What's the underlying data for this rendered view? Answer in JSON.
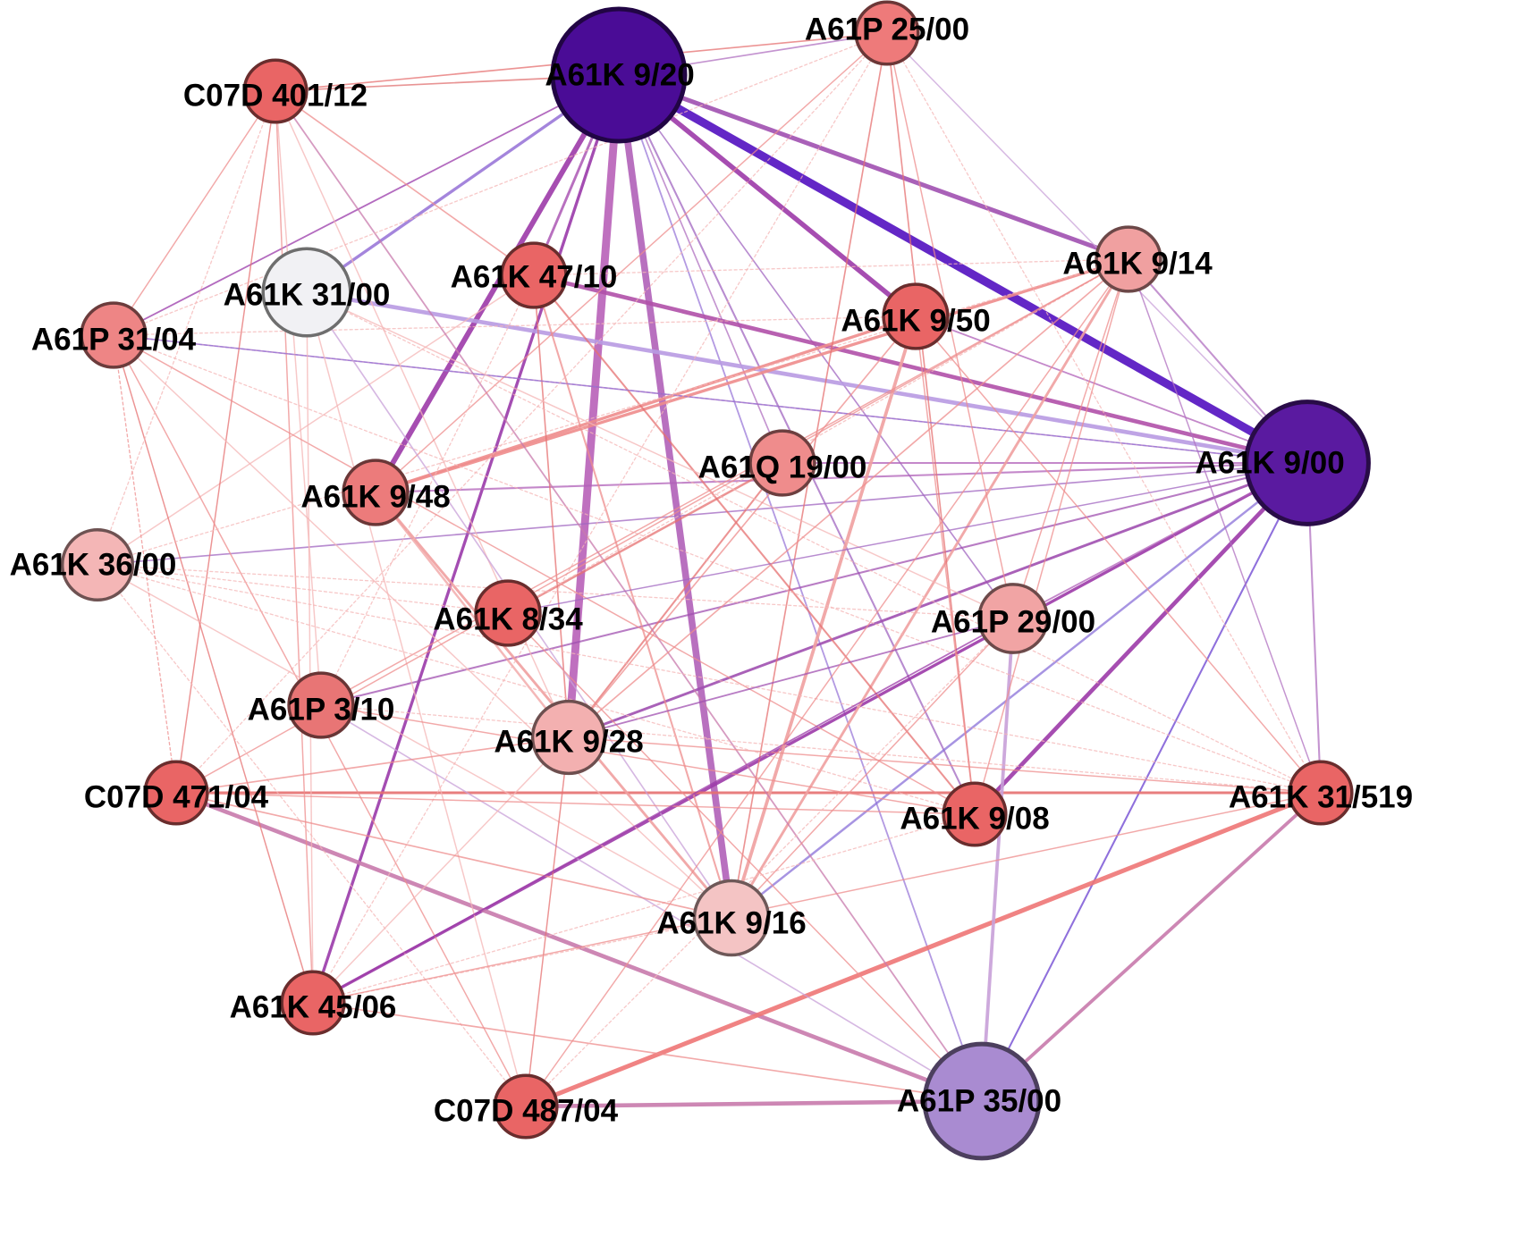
{
  "diagram": {
    "type": "co-occurrence-network",
    "nodes": [
      {
        "id": "A61K 9/20",
        "label": "A61K 9/20",
        "color": "#4a0c96",
        "weight": 1.0
      },
      {
        "id": "A61K 9/00",
        "label": "A61K 9/00",
        "color": "#5a1aa0",
        "weight": 0.9
      },
      {
        "id": "A61P 35/00",
        "label": "A61P 35/00",
        "color": "#a98bd1",
        "weight": 0.82
      },
      {
        "id": "A61K 31/00",
        "label": "A61K 31/00",
        "color": "#f1f1f4",
        "weight": 0.55
      },
      {
        "id": "A61P 25/00",
        "label": "A61P 25/00",
        "color": "#ee7a7a",
        "weight": 0.3
      },
      {
        "id": "C07D 401/12",
        "label": "C07D 401/12",
        "color": "#e96565",
        "weight": 0.3
      },
      {
        "id": "A61K 47/10",
        "label": "A61K 47/10",
        "color": "#e96565",
        "weight": 0.32
      },
      {
        "id": "A61K 9/14",
        "label": "A61K 9/14",
        "color": "#f0a0a0",
        "weight": 0.32
      },
      {
        "id": "A61K 9/50",
        "label": "A61K 9/50",
        "color": "#e96565",
        "weight": 0.32
      },
      {
        "id": "A61P 31/04",
        "label": "A61P 31/04",
        "color": "#ee8585",
        "weight": 0.32
      },
      {
        "id": "A61Q 19/00",
        "label": "A61Q 19/00",
        "color": "#ef8c8c",
        "weight": 0.32
      },
      {
        "id": "A61K 9/48",
        "label": "A61K 9/48",
        "color": "#ec7b7b",
        "weight": 0.32
      },
      {
        "id": "A61K 36/00",
        "label": "A61K 36/00",
        "color": "#f4b6b6",
        "weight": 0.38
      },
      {
        "id": "A61K 8/34",
        "label": "A61K 8/34",
        "color": "#e96565",
        "weight": 0.32
      },
      {
        "id": "A61P 29/00",
        "label": "A61P 29/00",
        "color": "#f1a4a4",
        "weight": 0.36
      },
      {
        "id": "A61P 3/10",
        "label": "A61P 3/10",
        "color": "#e87575",
        "weight": 0.32
      },
      {
        "id": "A61K 9/28",
        "label": "A61K 9/28",
        "color": "#f3b0b0",
        "weight": 0.4
      },
      {
        "id": "C07D 471/04",
        "label": "C07D 471/04",
        "color": "#e96565",
        "weight": 0.3
      },
      {
        "id": "A61K 9/08",
        "label": "A61K 9/08",
        "color": "#e96565",
        "weight": 0.3
      },
      {
        "id": "A61K 31/519",
        "label": "A61K 31/519",
        "color": "#e96565",
        "weight": 0.3
      },
      {
        "id": "A61K 9/16",
        "label": "A61K 9/16",
        "color": "#f4c4c4",
        "weight": 0.42
      },
      {
        "id": "A61K 45/06",
        "label": "A61K 45/06",
        "color": "#e96565",
        "weight": 0.3
      },
      {
        "id": "C07D 487/04",
        "label": "C07D 487/04",
        "color": "#e96565",
        "weight": 0.3
      }
    ],
    "edges": [
      {
        "source": "A61K 9/20",
        "target": "A61K 9/00",
        "strength": 1.0,
        "color": "#5210c0"
      },
      {
        "source": "A61K 9/20",
        "target": "A61K 9/28",
        "strength": 0.95,
        "color": "#b860b8"
      },
      {
        "source": "A61K 9/20",
        "target": "A61K 9/16",
        "strength": 0.8,
        "color": "#b060b8"
      },
      {
        "source": "A61K 9/20",
        "target": "A61K 9/48",
        "strength": 0.6,
        "color": "#9c3aa8"
      },
      {
        "source": "A61K 9/20",
        "target": "A61K 9/50",
        "strength": 0.55,
        "color": "#9c3aa8"
      },
      {
        "source": "A61K 9/20",
        "target": "A61K 9/14",
        "strength": 0.5,
        "color": "#a050b0"
      },
      {
        "source": "A61K 9/20",
        "target": "A61K 45/06",
        "strength": 0.3,
        "color": "#9a3aaa"
      },
      {
        "source": "A61K 9/20",
        "target": "A61K 31/00",
        "strength": 0.3,
        "color": "#9a78d8"
      },
      {
        "source": "A61K 9/20",
        "target": "A61K 47/10",
        "strength": 0.25,
        "color": "#b060b8"
      },
      {
        "source": "A61K 9/20",
        "target": "A61K 9/08",
        "strength": 0.15,
        "color": "#a066c0"
      },
      {
        "source": "A61K 9/20",
        "target": "A61P 35/00",
        "strength": 0.12,
        "color": "#9a78d8"
      },
      {
        "source": "A61K 9/20",
        "target": "C07D 401/12",
        "strength": 0.1,
        "color": "#e07070"
      },
      {
        "source": "A61K 9/20",
        "target": "A61P 25/00",
        "strength": 0.1,
        "color": "#b070c0"
      },
      {
        "source": "A61K 9/20",
        "target": "A61P 31/04",
        "strength": 0.12,
        "color": "#9a3aaa"
      },
      {
        "source": "A61K 9/20",
        "target": "A61P 29/00",
        "strength": 0.1,
        "color": "#a066c0"
      },
      {
        "source": "A61K 9/20",
        "target": "A61Q 19/00",
        "strength": 0.1,
        "color": "#b070c0"
      },
      {
        "source": "A61K 9/00",
        "target": "A61K 31/00",
        "strength": 0.45,
        "color": "#b89ae2"
      },
      {
        "source": "A61K 9/00",
        "target": "A61K 47/10",
        "strength": 0.45,
        "color": "#b050a8"
      },
      {
        "source": "A61K 9/00",
        "target": "A61K 9/08",
        "strength": 0.45,
        "color": "#9c3aa8"
      },
      {
        "source": "A61K 9/00",
        "target": "A61K 45/06",
        "strength": 0.3,
        "color": "#9c3aa8"
      },
      {
        "source": "A61K 9/00",
        "target": "A61K 9/28",
        "strength": 0.25,
        "color": "#a050b0"
      },
      {
        "source": "A61K 9/00",
        "target": "A61K 9/16",
        "strength": 0.2,
        "color": "#8a70d8"
      },
      {
        "source": "A61K 9/00",
        "target": "A61K 9/14",
        "strength": 0.15,
        "color": "#b070c0"
      },
      {
        "source": "A61K 9/00",
        "target": "A61K 9/48",
        "strength": 0.15,
        "color": "#b060b8"
      },
      {
        "source": "A61K 9/00",
        "target": "A61Q 19/00",
        "strength": 0.15,
        "color": "#b060b8"
      },
      {
        "source": "A61K 9/00",
        "target": "A61K 31/519",
        "strength": 0.15,
        "color": "#b070c0"
      },
      {
        "source": "A61K 9/00",
        "target": "A61P 35/00",
        "strength": 0.15,
        "color": "#6a40d0"
      },
      {
        "source": "A61K 9/00",
        "target": "A61K 36/00",
        "strength": 0.1,
        "color": "#a066c0"
      },
      {
        "source": "A61K 9/00",
        "target": "A61P 3/10",
        "strength": 0.15,
        "color": "#a050b0"
      },
      {
        "source": "A61K 9/00",
        "target": "A61P 31/04",
        "strength": 0.1,
        "color": "#a066c0"
      },
      {
        "source": "A61K 9/00",
        "target": "A61P 29/00",
        "strength": 0.12,
        "color": "#b060b8"
      },
      {
        "source": "A61K 9/00",
        "target": "A61K 9/50",
        "strength": 0.12,
        "color": "#b060b8"
      },
      {
        "source": "C07D 471/04",
        "target": "A61P 35/00",
        "strength": 0.45,
        "color": "#c87aac"
      },
      {
        "source": "C07D 471/04",
        "target": "A61K 31/519",
        "strength": 0.25,
        "color": "#e57070"
      },
      {
        "source": "C07D 487/04",
        "target": "A61P 35/00",
        "strength": 0.45,
        "color": "#c87aac"
      },
      {
        "source": "C07D 487/04",
        "target": "A61K 31/519",
        "strength": 0.5,
        "color": "#ee7575"
      },
      {
        "source": "A61K 31/519",
        "target": "A61P 35/00",
        "strength": 0.35,
        "color": "#c87aac"
      },
      {
        "source": "A61P 29/00",
        "target": "A61P 35/00",
        "strength": 0.35,
        "color": "#c8a0d8"
      },
      {
        "source": "A61K 9/50",
        "target": "A61K 9/16",
        "strength": 0.35,
        "color": "#f0a0a0"
      },
      {
        "source": "A61K 9/50",
        "target": "A61K 9/48",
        "strength": 0.3,
        "color": "#ee8c8c"
      },
      {
        "source": "A61K 9/14",
        "target": "A61K 9/48",
        "strength": 0.3,
        "color": "#ee8c8c"
      },
      {
        "source": "A61K 9/14",
        "target": "A61K 9/16",
        "strength": 0.25,
        "color": "#f0a0a0"
      },
      {
        "source": "A61K 9/48",
        "target": "A61K 9/16",
        "strength": 0.25,
        "color": "#f0a0a0"
      },
      {
        "source": "A61K 9/48",
        "target": "A61K 9/28",
        "strength": 0.2,
        "color": "#f0a0a0"
      },
      {
        "source": "A61Q 19/00",
        "target": "A61K 8/34",
        "strength": 0.2,
        "color": "#e57070"
      },
      {
        "source": "A61Q 19/00",
        "target": "A61K 9/28",
        "strength": 0.15,
        "color": "#e57070"
      },
      {
        "source": "A61K 47/10",
        "target": "A61K 9/08",
        "strength": 0.15,
        "color": "#e57070"
      },
      {
        "source": "A61K 47/10",
        "target": "A61K 9/16",
        "strength": 0.15,
        "color": "#ee8c8c"
      },
      {
        "source": "A61K 47/10",
        "target": "C07D 401/12",
        "strength": 0.1,
        "color": "#ee8c8c"
      },
      {
        "source": "A61K 47/10",
        "target": "A61K 36/00",
        "strength": 0.08,
        "color": "#f4b6b6"
      },
      {
        "source": "A61K 47/10",
        "target": "A61K 9/28",
        "strength": 0.1,
        "color": "#e57070"
      },
      {
        "source": "C07D 401/12",
        "target": "A61P 25/00",
        "strength": 0.1,
        "color": "#e57070"
      },
      {
        "source": "C07D 401/12",
        "target": "A61P 31/04",
        "strength": 0.08,
        "color": "#ee8c8c"
      },
      {
        "source": "C07D 401/12",
        "target": "C07D 471/04",
        "strength": 0.08,
        "color": "#e57070"
      },
      {
        "source": "C07D 401/12",
        "target": "A61P 35/00",
        "strength": 0.12,
        "color": "#c87aac"
      },
      {
        "source": "C07D 401/12",
        "target": "A61K 45/06",
        "strength": 0.08,
        "color": "#ee8c8c"
      },
      {
        "source": "C07D 401/12",
        "target": "A61K 9/28",
        "strength": 0.08,
        "color": "#f4b6b6"
      },
      {
        "source": "C07D 401/12",
        "target": "A61P 3/10",
        "strength": 0.08,
        "color": "#f4b6b6"
      },
      {
        "source": "A61P 25/00",
        "target": "A61K 9/08",
        "strength": 0.1,
        "color": "#e57070"
      },
      {
        "source": "A61P 25/00",
        "target": "A61K 9/16",
        "strength": 0.1,
        "color": "#e57070"
      },
      {
        "source": "A61P 25/00",
        "target": "A61K 9/48",
        "strength": 0.08,
        "color": "#ee8c8c"
      },
      {
        "source": "A61P 25/00",
        "target": "A61K 9/00",
        "strength": 0.08,
        "color": "#c8a0d8"
      },
      {
        "source": "A61P 25/00",
        "target": "A61P 29/00",
        "strength": 0.08,
        "color": "#ee8c8c"
      },
      {
        "source": "A61P 25/00",
        "target": "A61P 31/04",
        "strength": 0.06,
        "color": "#f4b6b6"
      },
      {
        "source": "A61P 25/00",
        "target": "A61K 31/519",
        "strength": 0.06,
        "color": "#f4b6b6"
      },
      {
        "source": "A61P 25/00",
        "target": "A61K 45/06",
        "strength": 0.06,
        "color": "#f4b6b6"
      },
      {
        "source": "A61P 25/00",
        "target": "C07D 471/04",
        "strength": 0.06,
        "color": "#f4b6b6"
      },
      {
        "source": "A61P 31/04",
        "target": "A61K 9/00",
        "strength": 0.06,
        "color": "#9a78d8"
      },
      {
        "source": "A61P 31/04",
        "target": "A61K 9/08",
        "strength": 0.08,
        "color": "#ee8c8c"
      },
      {
        "source": "A61P 31/04",
        "target": "A61K 45/06",
        "strength": 0.08,
        "color": "#e57070"
      },
      {
        "source": "A61P 31/04",
        "target": "C07D 487/04",
        "strength": 0.08,
        "color": "#ee8c8c"
      },
      {
        "source": "A61P 31/04",
        "target": "A61K 9/16",
        "strength": 0.08,
        "color": "#f4b6b6"
      },
      {
        "source": "A61P 31/04",
        "target": "A61K 31/519",
        "strength": 0.06,
        "color": "#f4b6b6"
      },
      {
        "source": "A61K 31/00",
        "target": "A61K 9/16",
        "strength": 0.1,
        "color": "#c8a0d8"
      },
      {
        "source": "A61K 31/00",
        "target": "A61K 45/06",
        "strength": 0.08,
        "color": "#f4b6b6"
      },
      {
        "source": "A61K 31/00",
        "target": "A61P 29/00",
        "strength": 0.08,
        "color": "#f4b6b6"
      },
      {
        "source": "A61K 31/00",
        "target": "C07D 487/04",
        "strength": 0.08,
        "color": "#f4b6b6"
      },
      {
        "source": "A61K 31/00",
        "target": "A61K 31/519",
        "strength": 0.06,
        "color": "#f4b6b6"
      },
      {
        "source": "A61K 36/00",
        "target": "A61K 9/16",
        "strength": 0.08,
        "color": "#f4b6b6"
      },
      {
        "source": "A61K 36/00",
        "target": "A61K 9/14",
        "strength": 0.06,
        "color": "#f4b6b6"
      },
      {
        "source": "A61K 36/00",
        "target": "A61P 29/00",
        "strength": 0.06,
        "color": "#f4b6b6"
      },
      {
        "source": "A61K 36/00",
        "target": "A61K 31/519",
        "strength": 0.06,
        "color": "#f4b6b6"
      },
      {
        "source": "A61K 36/00",
        "target": "C07D 401/12",
        "strength": 0.06,
        "color": "#f4b6b6"
      },
      {
        "source": "A61K 36/00",
        "target": "C07D 487/04",
        "strength": 0.06,
        "color": "#f4b6b6"
      },
      {
        "source": "A61K 8/34",
        "target": "A61K 9/00",
        "strength": 0.08,
        "color": "#a066c0"
      },
      {
        "source": "A61K 8/34",
        "target": "A61K 9/14",
        "strength": 0.06,
        "color": "#f4b6b6"
      },
      {
        "source": "A61K 8/34",
        "target": "A61P 35/00",
        "strength": 0.08,
        "color": "#ee8c8c"
      },
      {
        "source": "A61K 8/34",
        "target": "A61K 36/00",
        "strength": 0.06,
        "color": "#f4b6b6"
      },
      {
        "source": "A61P 3/10",
        "target": "A61K 9/14",
        "strength": 0.08,
        "color": "#ee8c8c"
      },
      {
        "source": "A61P 3/10",
        "target": "A61P 35/00",
        "strength": 0.1,
        "color": "#c8a0d8"
      },
      {
        "source": "A61P 3/10",
        "target": "A61K 9/08",
        "strength": 0.08,
        "color": "#ee8c8c"
      },
      {
        "source": "A61P 3/10",
        "target": "A61K 31/519",
        "strength": 0.06,
        "color": "#f4b6b6"
      },
      {
        "source": "A61P 3/10",
        "target": "A61K 47/10",
        "strength": 0.06,
        "color": "#f4b6b6"
      },
      {
        "source": "A61K 9/28",
        "target": "A61K 9/14",
        "strength": 0.1,
        "color": "#ee8c8c"
      },
      {
        "source": "A61K 9/28",
        "target": "A61P 29/00",
        "strength": 0.12,
        "color": "#a050b0"
      },
      {
        "source": "A61K 9/28",
        "target": "C07D 471/04",
        "strength": 0.1,
        "color": "#ee8c8c"
      },
      {
        "source": "A61K 9/28",
        "target": "A61K 31/519",
        "strength": 0.08,
        "color": "#ee8c8c"
      },
      {
        "source": "A61K 9/28",
        "target": "C07D 487/04",
        "strength": 0.08,
        "color": "#e57070"
      },
      {
        "source": "A61K 9/28",
        "target": "A61K 45/06",
        "strength": 0.08,
        "color": "#f4b6b6"
      },
      {
        "source": "A61K 9/08",
        "target": "A61K 9/14",
        "strength": 0.08,
        "color": "#ee8c8c"
      },
      {
        "source": "A61K 9/08",
        "target": "C07D 471/04",
        "strength": 0.08,
        "color": "#ee8c8c"
      },
      {
        "source": "A61K 9/08",
        "target": "A61K 45/06",
        "strength": 0.06,
        "color": "#f4b6b6"
      },
      {
        "source": "A61K 9/08",
        "target": "A61K 36/00",
        "strength": 0.06,
        "color": "#f4b6b6"
      },
      {
        "source": "A61K 9/16",
        "target": "C07D 471/04",
        "strength": 0.1,
        "color": "#ee8c8c"
      },
      {
        "source": "A61K 9/16",
        "target": "A61K 45/06",
        "strength": 0.06,
        "color": "#f4b6b6"
      },
      {
        "source": "A61K 9/16",
        "target": "A61P 29/00",
        "strength": 0.08,
        "color": "#ee8c8c"
      },
      {
        "source": "A61K 45/06",
        "target": "A61P 29/00",
        "strength": 0.12,
        "color": "#9c3aa8"
      },
      {
        "source": "A61K 45/06",
        "target": "A61P 35/00",
        "strength": 0.1,
        "color": "#ee8c8c"
      },
      {
        "source": "A61K 45/06",
        "target": "A61K 31/519",
        "strength": 0.08,
        "color": "#ee8c8c"
      },
      {
        "source": "C07D 487/04",
        "target": "A61K 9/14",
        "strength": 0.08,
        "color": "#ee8c8c"
      },
      {
        "source": "C07D 487/04",
        "target": "A61P 29/00",
        "strength": 0.06,
        "color": "#f4b6b6"
      },
      {
        "source": "C07D 471/04",
        "target": "A61K 9/14",
        "strength": 0.08,
        "color": "#ee8c8c"
      },
      {
        "source": "C07D 471/04",
        "target": "A61P 31/04",
        "strength": 0.06,
        "color": "#ee8c8c"
      },
      {
        "source": "A61K 9/50",
        "target": "A61K 9/28",
        "strength": 0.1,
        "color": "#ee8c8c"
      },
      {
        "source": "A61K 9/50",
        "target": "A61K 31/519",
        "strength": 0.08,
        "color": "#ee8c8c"
      },
      {
        "source": "A61K 9/50",
        "target": "A61P 31/04",
        "strength": 0.06,
        "color": "#f4b6b6"
      },
      {
        "source": "A61K 9/50",
        "target": "A61K 9/08",
        "strength": 0.08,
        "color": "#ee8c8c"
      },
      {
        "source": "A61K 9/14",
        "target": "A61K 31/519",
        "strength": 0.08,
        "color": "#b070c0"
      },
      {
        "source": "A61K 9/14",
        "target": "A61P 29/00",
        "strength": 0.08,
        "color": "#ee8c8c"
      },
      {
        "source": "A61K 9/14",
        "target": "A61K 47/10",
        "strength": 0.06,
        "color": "#f4b6b6"
      }
    ]
  },
  "labels": {}
}
